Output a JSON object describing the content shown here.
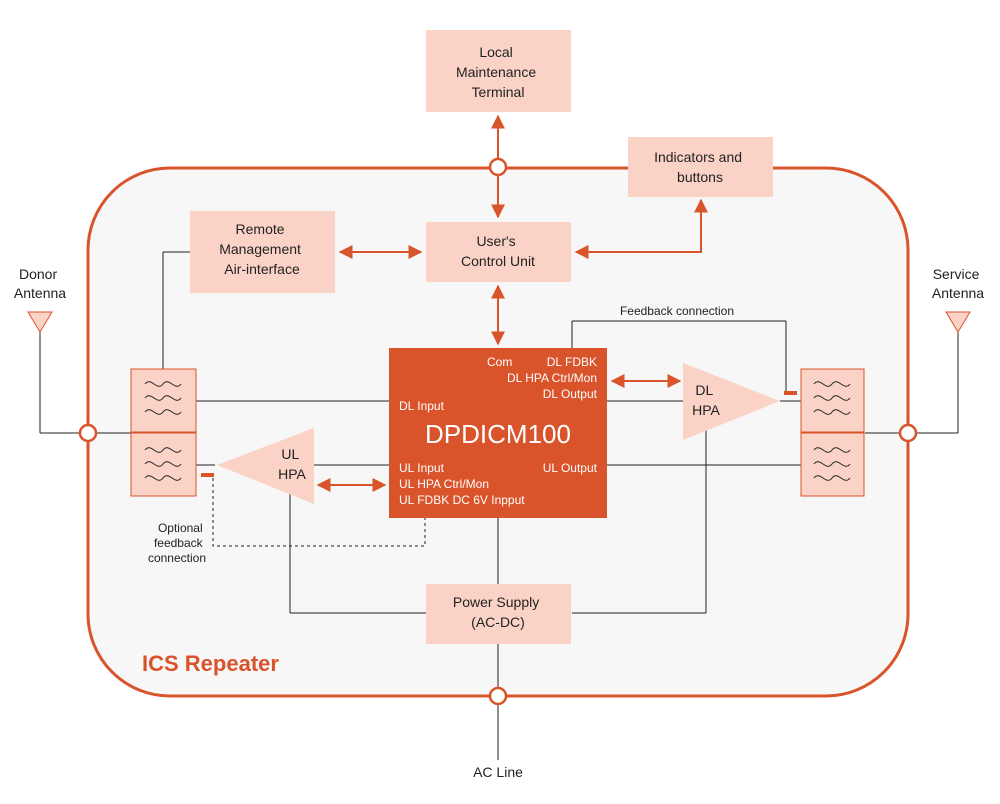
{
  "colors": {
    "accent": "#d9532b",
    "box_fill": "#fad3c6",
    "container_fill": "#f7f7f7",
    "line": "#222222"
  },
  "boxes": {
    "local_maintenance": [
      "Local",
      "Maintenance",
      "Terminal"
    ],
    "indicators": [
      "Indicators and",
      "buttons"
    ],
    "remote_management": [
      "Remote",
      "Management",
      "Air-interface"
    ],
    "users_control": [
      "User's",
      "Control Unit"
    ],
    "power_supply": [
      "Power Supply",
      "(AC-DC)"
    ]
  },
  "core": {
    "title": "DPDICM100",
    "ports_top": [
      "Com",
      "DL FDBK",
      "DL HPA Ctrl/Mon",
      "DL Output"
    ],
    "port_dl_input": "DL Input",
    "ports_ul": [
      "UL Input",
      "UL HPA Ctrl/Mon",
      "UL FDBK DC 6V Inpput"
    ],
    "port_ul_output": "UL Output"
  },
  "amplifiers": {
    "dl": [
      "DL",
      "HPA"
    ],
    "ul": [
      "UL",
      "HPA"
    ]
  },
  "labels": {
    "donor_antenna": [
      "Donor",
      "Antenna"
    ],
    "service_antenna": [
      "Service",
      "Antenna"
    ],
    "feedback_connection": "Feedback connection",
    "optional_feedback": [
      "Optional",
      "feedback",
      "connection"
    ],
    "ac_line": "AC Line",
    "repeater": "ICS Repeater"
  },
  "icons": [
    "antenna-icon",
    "filter-icon",
    "amplifier-icon"
  ]
}
